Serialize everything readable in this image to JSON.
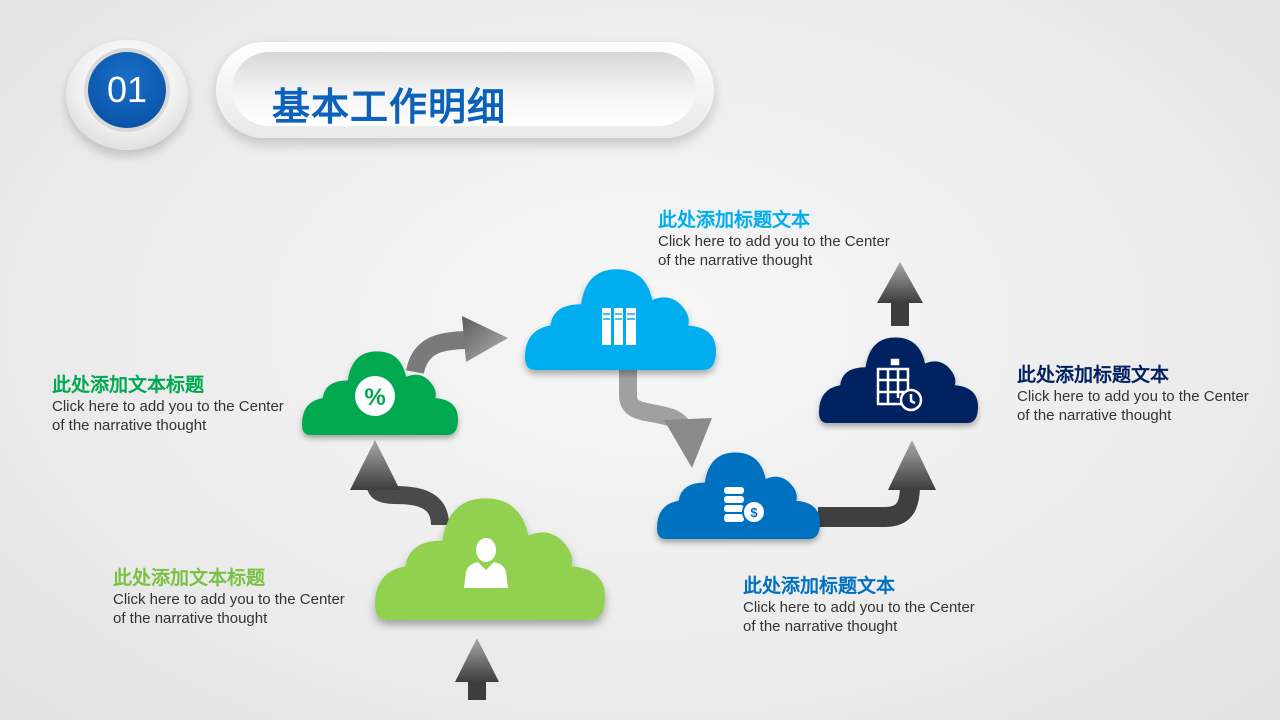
{
  "header": {
    "number": "01",
    "title": "基本工作明细"
  },
  "colors": {
    "green": "#00a94f",
    "light_green": "#92d050",
    "sky_blue": "#00aeef",
    "blue": "#0070c0",
    "navy": "#002060",
    "title_blue": "#0b62b8"
  },
  "blocks": [
    {
      "id": "left-green",
      "heading": "此处添加文本标题",
      "line1": "Click here to add  you to the Center",
      "line2": "of the  narrative thought",
      "color": "#00a94f"
    },
    {
      "id": "bottom-light-green",
      "heading": "此处添加文本标题",
      "line1": "Click here to add  you to the Center",
      "line2": "of the  narrative thought",
      "color": "#7ac143"
    },
    {
      "id": "top-sky",
      "heading": "此处添加标题文本",
      "line1": "Click here to add  you to the Center",
      "line2": "of the  narrative thought",
      "color": "#00aeef"
    },
    {
      "id": "right-navy",
      "heading": "此处添加标题文本",
      "line1": "Click here to add  you to the Center",
      "line2": "of the  narrative thought",
      "color": "#002060"
    },
    {
      "id": "bottom-blue",
      "heading": "此处添加标题文本",
      "line1": "Click here to add  you to the Center",
      "line2": "of the  narrative thought",
      "color": "#0070c0"
    }
  ],
  "clouds": [
    {
      "name": "user-cloud",
      "icon": "businessman-icon",
      "color": "#92d050"
    },
    {
      "name": "percent-cloud",
      "icon": "percent-badge-icon",
      "color": "#00a94f"
    },
    {
      "name": "server-cloud",
      "icon": "server-rack-icon",
      "color": "#00aeef"
    },
    {
      "name": "coins-cloud",
      "icon": "coins-dollar-icon",
      "color": "#0070c0"
    },
    {
      "name": "calendar-cloud",
      "icon": "calendar-clock-icon",
      "color": "#002060"
    }
  ]
}
